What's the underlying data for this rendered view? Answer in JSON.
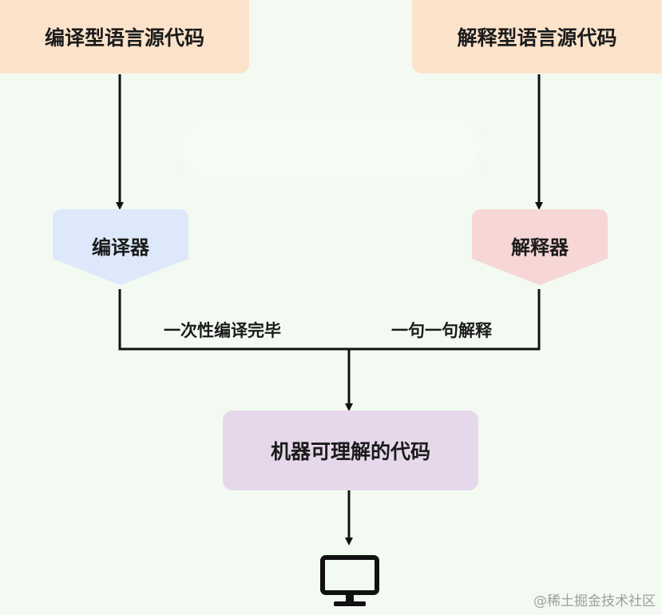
{
  "nodes": {
    "compiled_source": "编译型语言源代码",
    "interpreted_source": "解释型语言源代码",
    "compiler": "编译器",
    "interpreter": "解释器",
    "machine_code": "机器可理解的代码"
  },
  "edges": {
    "compile_label": "一次性编译完毕",
    "interpret_label": "一句一句解释"
  },
  "watermark": "@稀土掘金技术社区",
  "colors": {
    "background": "#f3faf2",
    "source_box": "#fbe3cb",
    "compiler": "#dde8fa",
    "interpreter": "#f7d6d6",
    "target_box": "#e6d8ea",
    "line": "#111111"
  },
  "icons": {
    "computer": "monitor-icon"
  }
}
